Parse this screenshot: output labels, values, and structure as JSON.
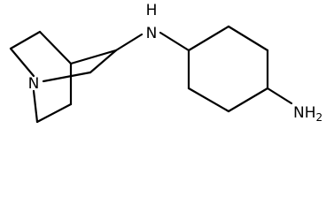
{
  "structure": {
    "atoms": {
      "bridgehead_n": "N",
      "amine_nh": "H",
      "amine_n": "N",
      "amino_n": "NH",
      "amino_sub": "2"
    },
    "line_color": "#000000",
    "background": "#ffffff"
  }
}
